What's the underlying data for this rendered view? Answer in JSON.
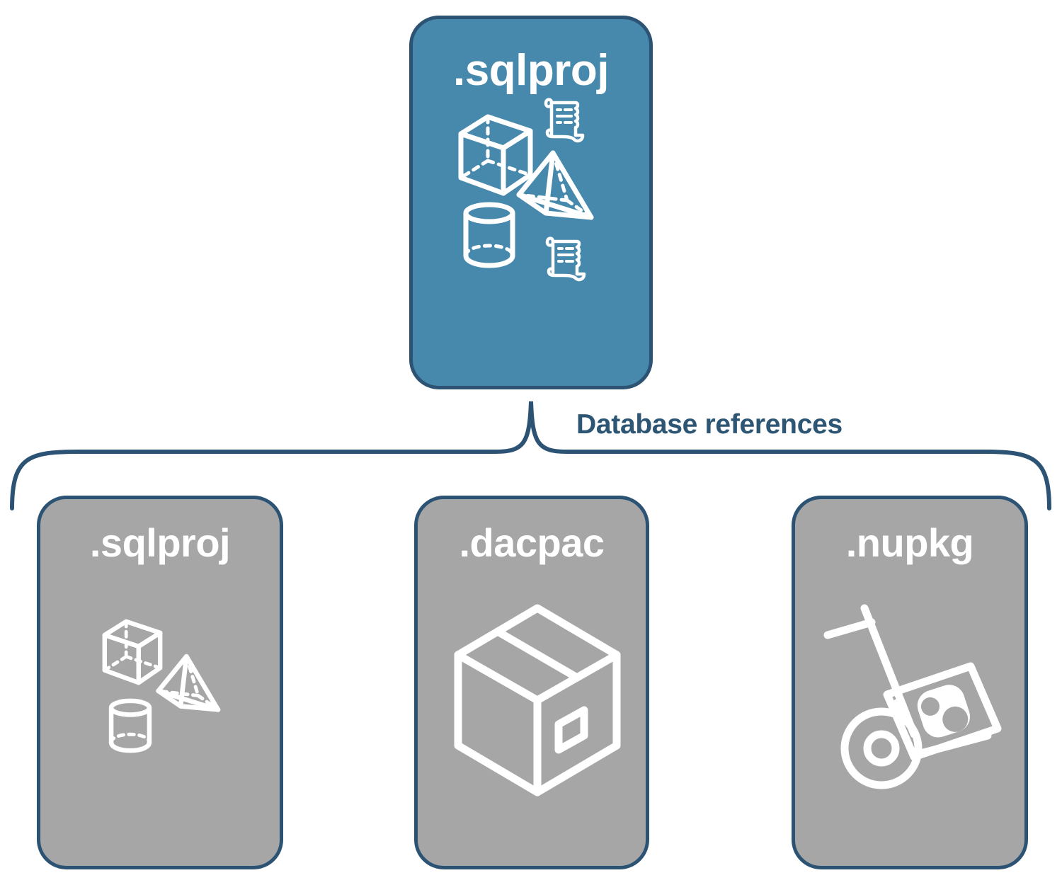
{
  "diagram": {
    "title_text": "Database references",
    "colors": {
      "primary_fill": "#4689AC",
      "secondary_fill": "#A6A6A6",
      "stroke": "#2C5374",
      "label_text": "#2D5574",
      "icon_stroke": "#FFFFFF"
    }
  },
  "top_card": {
    "label": ".sqlproj",
    "icons": [
      "cube-icon",
      "pyramid-icon",
      "cylinder-icon",
      "scroll-icon",
      "scroll-icon"
    ]
  },
  "connector": {
    "label": "Database references"
  },
  "reference_cards": [
    {
      "label": ".sqlproj",
      "icons": [
        "cube-icon",
        "pyramid-icon",
        "cylinder-icon"
      ]
    },
    {
      "label": ".dacpac",
      "icons": [
        "shipping-box-icon"
      ]
    },
    {
      "label": ".nupkg",
      "icons": [
        "hand-truck-icon",
        "nuget-package-icon"
      ]
    }
  ]
}
